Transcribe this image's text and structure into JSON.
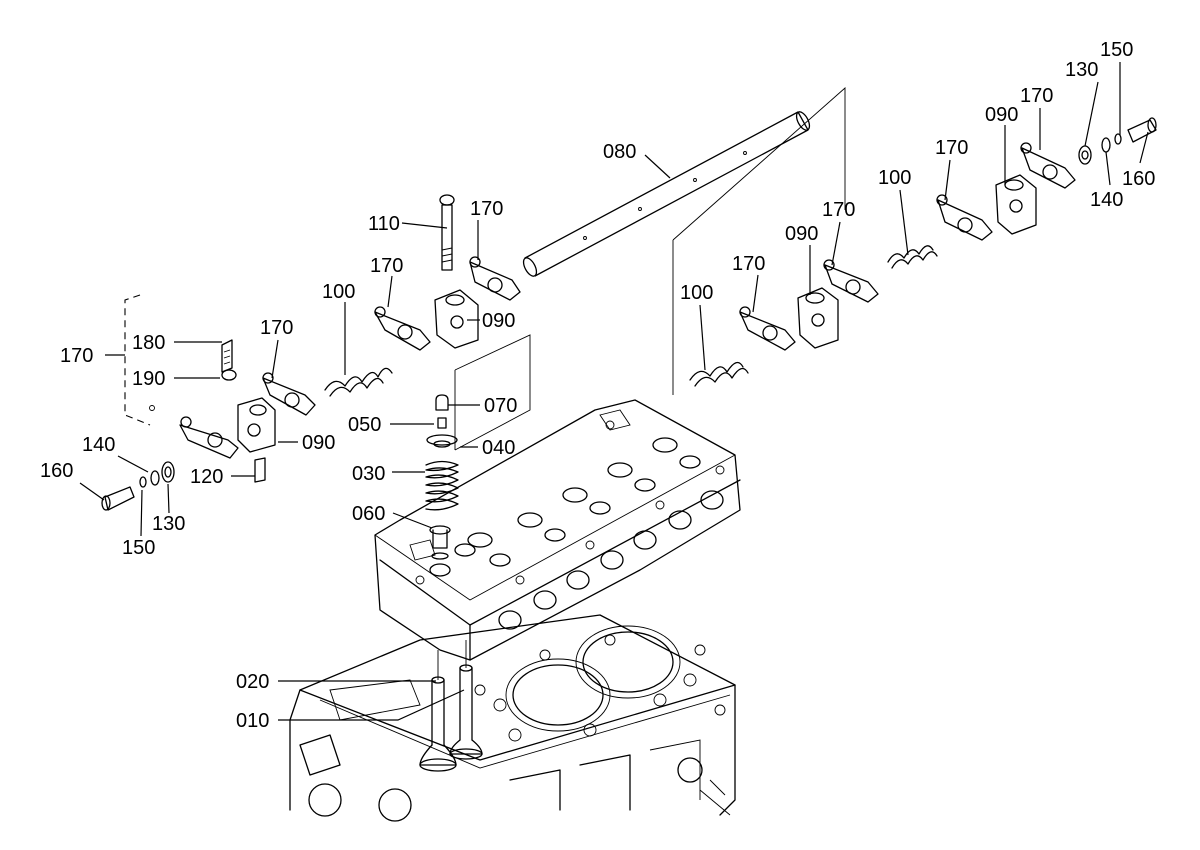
{
  "diagram": {
    "callouts": [
      {
        "id": "c150a",
        "text": "150"
      },
      {
        "id": "c130a",
        "text": "130"
      },
      {
        "id": "c170a",
        "text": "170"
      },
      {
        "id": "c090a",
        "text": "090"
      },
      {
        "id": "c160a",
        "text": "160"
      },
      {
        "id": "c140a",
        "text": "140"
      },
      {
        "id": "c170b",
        "text": "170"
      },
      {
        "id": "c100a",
        "text": "100"
      },
      {
        "id": "c080",
        "text": "080"
      },
      {
        "id": "c090b",
        "text": "090"
      },
      {
        "id": "c170c",
        "text": "170"
      },
      {
        "id": "c110",
        "text": "110"
      },
      {
        "id": "c170d",
        "text": "170"
      },
      {
        "id": "c170e",
        "text": "170"
      },
      {
        "id": "c100b",
        "text": "100"
      },
      {
        "id": "c100c",
        "text": "100"
      },
      {
        "id": "c170f",
        "text": "170"
      },
      {
        "id": "c090c",
        "text": "090"
      },
      {
        "id": "c170g",
        "text": "170"
      },
      {
        "id": "c180",
        "text": "180"
      },
      {
        "id": "c170h",
        "text": "170"
      },
      {
        "id": "c190",
        "text": "190"
      },
      {
        "id": "c070",
        "text": "070"
      },
      {
        "id": "c050",
        "text": "050"
      },
      {
        "id": "c040",
        "text": "040"
      },
      {
        "id": "c090d",
        "text": "090"
      },
      {
        "id": "c140b",
        "text": "140"
      },
      {
        "id": "c120",
        "text": "120"
      },
      {
        "id": "c160b",
        "text": "160"
      },
      {
        "id": "c030",
        "text": "030"
      },
      {
        "id": "c130b",
        "text": "130"
      },
      {
        "id": "c060",
        "text": "060"
      },
      {
        "id": "c150b",
        "text": "150"
      },
      {
        "id": "c020",
        "text": "020"
      },
      {
        "id": "c010",
        "text": "010"
      }
    ]
  }
}
